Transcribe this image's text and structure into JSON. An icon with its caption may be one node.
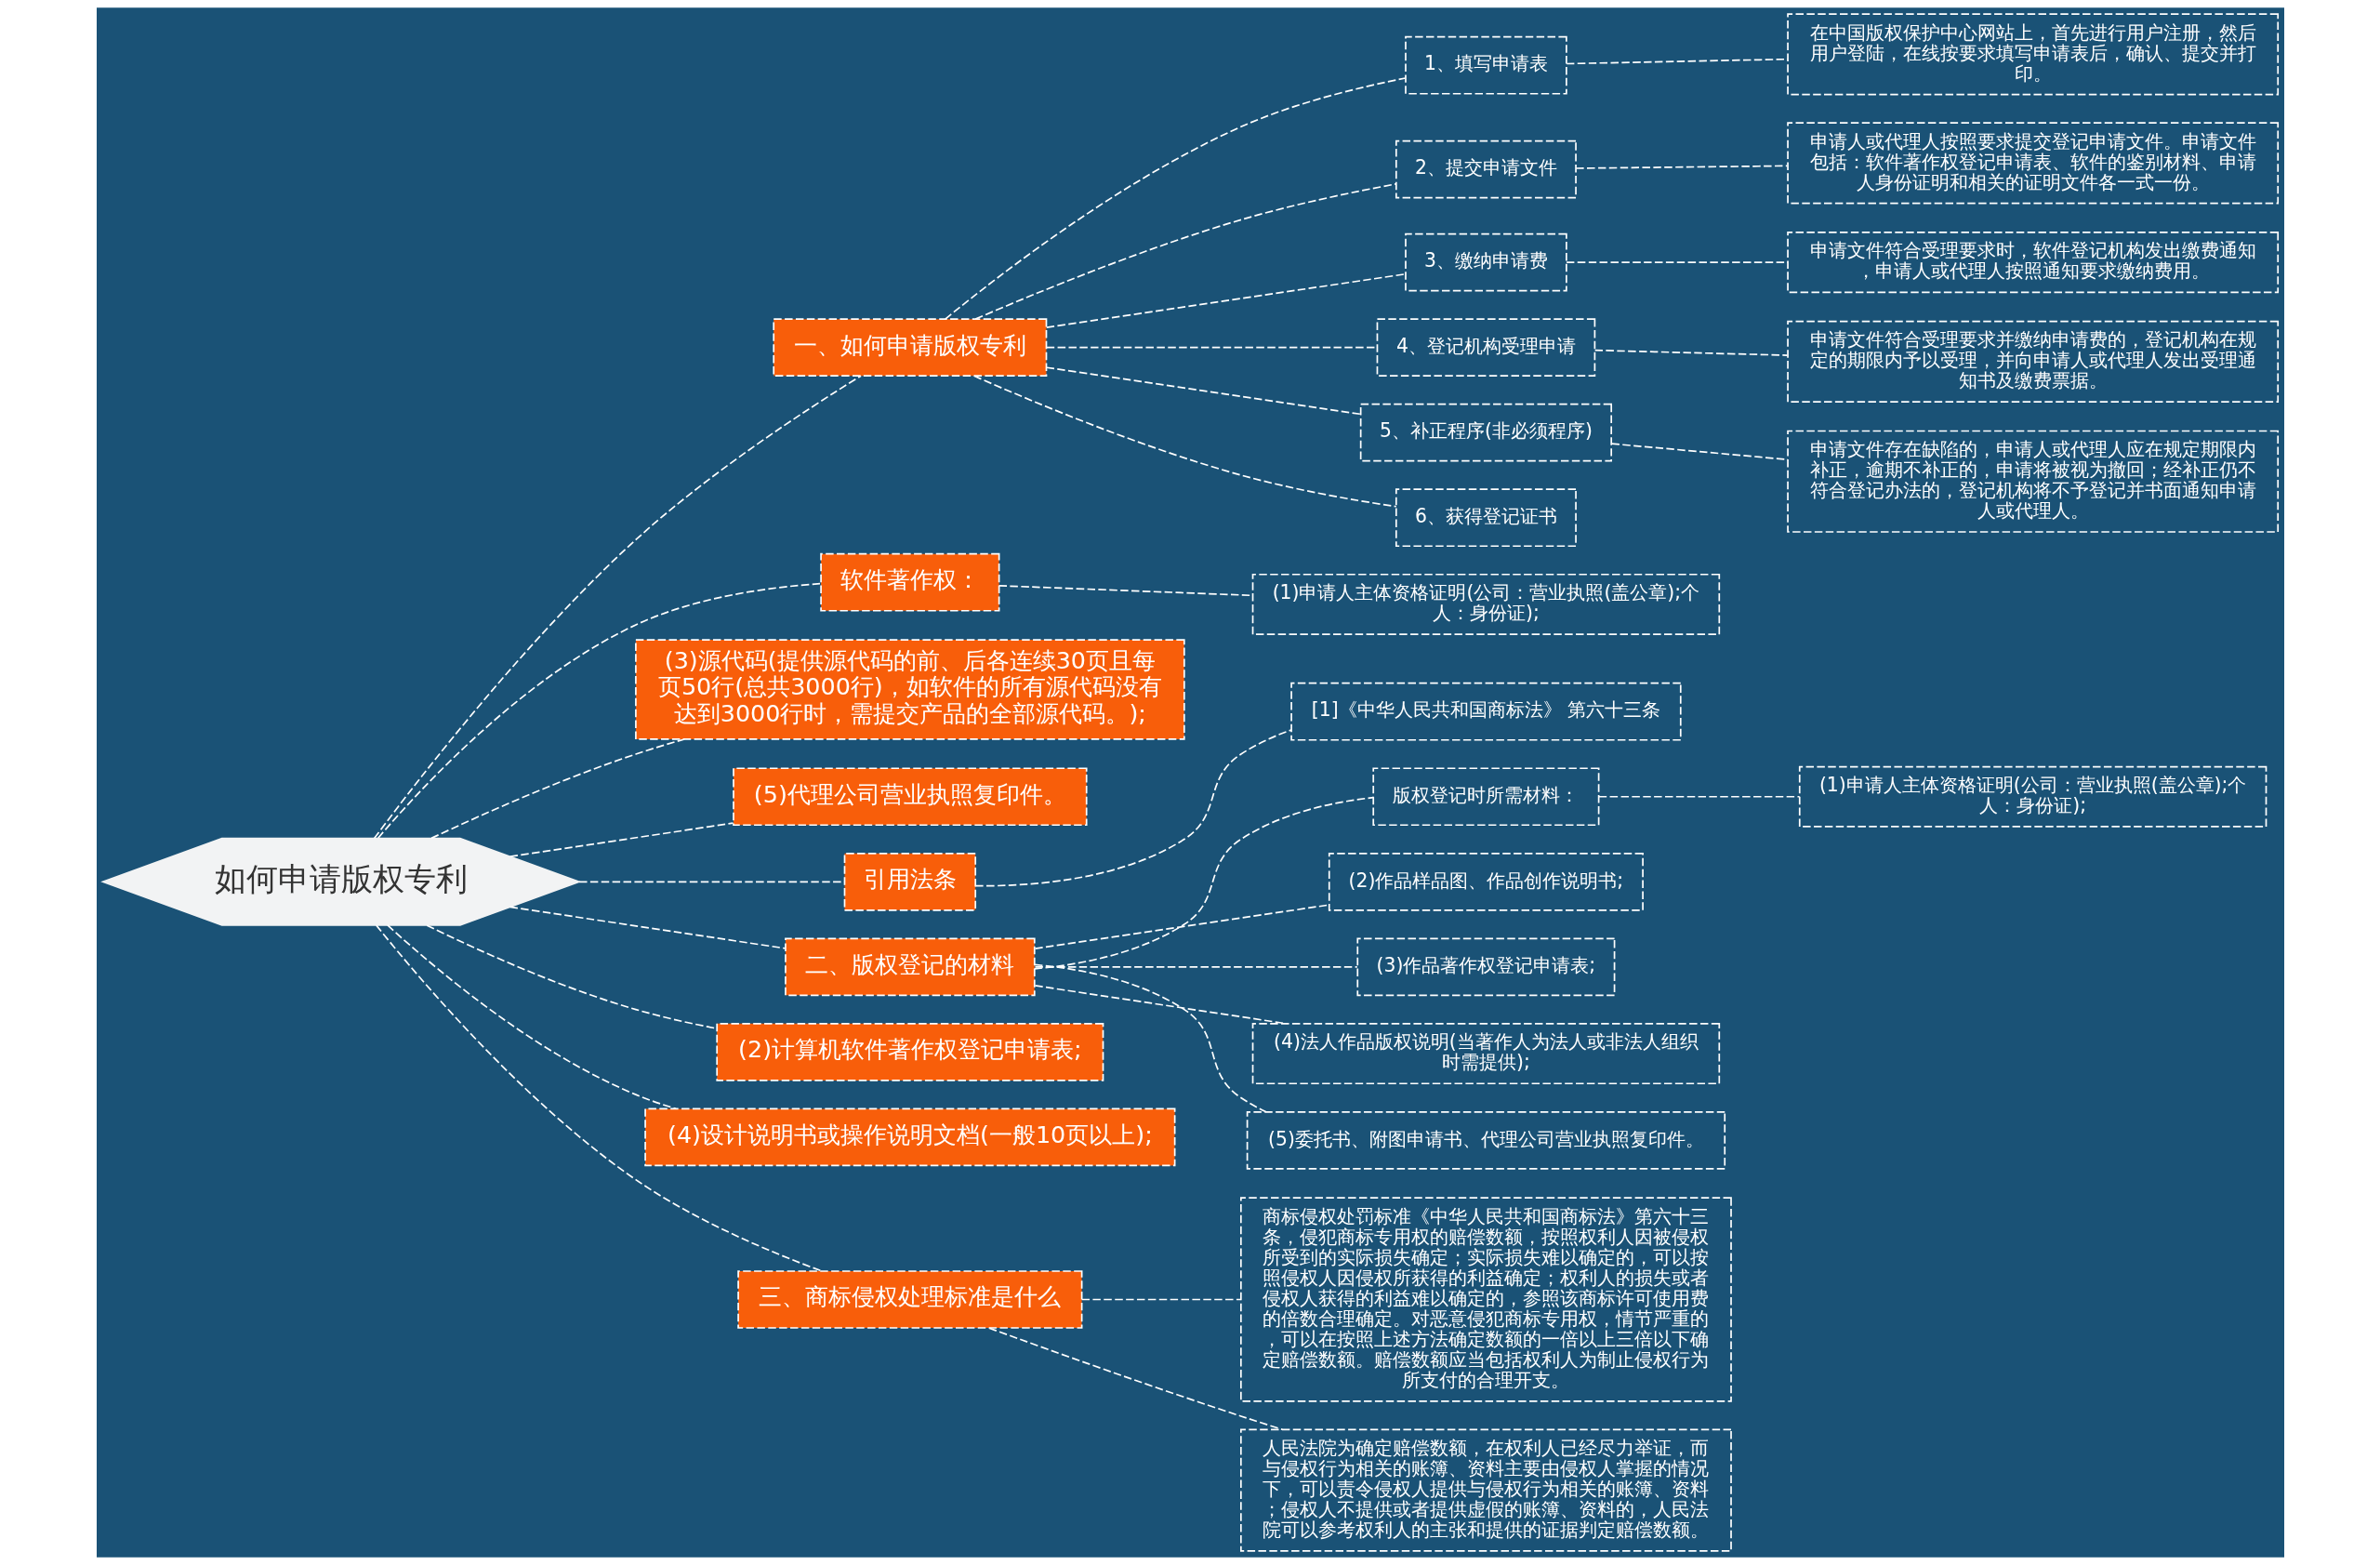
{
  "diagram": {
    "nodes": [
      {
        "text": [
          "如何申请版权专利"
        ]
      },
      {
        "text": [
          "一、如何申请版权专利"
        ]
      },
      {
        "text": [
          "1、填写申请表"
        ]
      },
      {
        "text": [
          "在中国版权保护中心网站上，首先进行用户注册，然后用户登陆，在线按要求填写申请表后，确认、提交并打印。"
        ]
      },
      {
        "text": [
          "2、提交申请文件"
        ]
      },
      {
        "text": [
          "申请人或代理人按照要求提交登记申请文件。申请文件包括：软件著作权登记申请表、软件的鉴别材料、申请人身份证明和相关的证明文件各一式一份。"
        ]
      },
      {
        "text": [
          "3、缴纳申请费"
        ]
      },
      {
        "text": [
          "申请文件符合受理要求时，软件登记机构发出缴费通知，申请人或代理人按照通知要求缴纳费用。"
        ]
      },
      {
        "text": [
          "4、登记机构受理申请"
        ]
      },
      {
        "text": [
          "申请文件符合受理要求并缴纳申请费的，登记机构在规定的期限内予以受理，并向申请人或代理人发出受理通知书及缴费票据。"
        ]
      },
      {
        "text": [
          "5、补正程序(非必须程序)"
        ]
      },
      {
        "text": [
          "申请文件存在缺陷的，申请人或代理人应在规定期限内补正，逾期不补正的，申请将被视为撤回；经补正仍不符合登记办法的，登记机构将不予登记并书面通知申请人或代理人。"
        ]
      },
      {
        "text": [
          "6、获得登记证书"
        ]
      },
      {
        "text": [
          "软件著作权："
        ]
      },
      {
        "text": [
          "(1)申请人主体资格证明(公司：营业执照(盖公章);个人：身份证);"
        ]
      },
      {
        "text": [
          "(3)源代码(提供源代码的前、后各连续30页且每页50行(总共3000行)，如软件的所有源代码没有达到3000行时，需提交产品的全部源代码。);"
        ]
      },
      {
        "text": [
          "(5)代理公司营业执照复印件。"
        ]
      },
      {
        "text": [
          "引用法条"
        ]
      },
      {
        "text": [
          "[1]《中华人民共和国商标法》 第六十三条"
        ]
      },
      {
        "text": [
          "二、版权登记的材料"
        ]
      },
      {
        "text": [
          "版权登记时所需材料："
        ]
      },
      {
        "text": [
          "(1)申请人主体资格证明(公司：营业执照(盖公章);个人：身份证);"
        ]
      },
      {
        "text": [
          "(2)作品样品图、作品创作说明书;"
        ]
      },
      {
        "text": [
          "(3)作品著作权登记申请表;"
        ]
      },
      {
        "text": [
          "(4)法人作品版权说明(当著作人为法人或非法人组织时需提供);"
        ]
      },
      {
        "text": [
          "(5)委托书、附图申请书、代理公司营业执照复印件。"
        ]
      },
      {
        "text": [
          "(2)计算机软件著作权登记申请表;"
        ]
      },
      {
        "text": [
          "(4)设计说明书或操作说明文档(一般10页以上);"
        ]
      },
      {
        "text": [
          "三、商标侵权处理标准是什么"
        ]
      },
      {
        "text": [
          "商标侵权处罚标准《中华人民共和国商标法》第六十三条，侵犯商标专用权的赔偿数额，按照权利人因被侵权所受到的实际损失确定；实际损失难以确定的，可以按照侵权人因侵权所获得的利益确定；权利人的损失或者侵权人获得的利益难以确定的，参照该商标许可使用费的倍数合理确定。对恶意侵犯商标专用权，情节严重的，可以在按照上述方法确定数额的一倍以上三倍以下确定赔偿数额。赔偿数额应当包括权利人为制止侵权行为所支付的合理开支。"
        ]
      },
      {
        "text": [
          "人民法院为确定赔偿数额，在权利人已经尽力举证，而与侵权行为相关的账簿、资料主要由侵权人掌握的情况下，可以责令侵权人提供与侵权行为相关的账簿、资料；侵权人不提供或者提供虚假的账簿、资料的，人民法院可以参考权利人的主张和提供的证据判定赔偿数额。"
        ]
      }
    ],
    "edges": [
      {
        "from": 0,
        "to": 1,
        "arrow": "none"
      },
      {
        "from": 1,
        "to": 2,
        "arrow": "none"
      },
      {
        "from": 2,
        "to": 3,
        "arrow": "none"
      },
      {
        "from": 1,
        "to": 4,
        "arrow": "none"
      },
      {
        "from": 4,
        "to": 5,
        "arrow": "none"
      },
      {
        "from": 1,
        "to": 6,
        "arrow": "none"
      },
      {
        "from": 6,
        "to": 7,
        "arrow": "none"
      },
      {
        "from": 1,
        "to": 8,
        "arrow": "none"
      },
      {
        "from": 8,
        "to": 9,
        "arrow": "none"
      },
      {
        "from": 1,
        "to": 10,
        "arrow": "none"
      },
      {
        "from": 10,
        "to": 11,
        "arrow": "none"
      },
      {
        "from": 1,
        "to": 12,
        "arrow": "none"
      },
      {
        "from": 0,
        "to": 13,
        "arrow": "none"
      },
      {
        "from": 13,
        "to": 14,
        "arrow": "none"
      },
      {
        "from": 0,
        "to": 15,
        "arrow": "none"
      },
      {
        "from": 0,
        "to": 16,
        "arrow": "none"
      },
      {
        "from": 0,
        "to": 17,
        "arrow": "none"
      },
      {
        "from": 17,
        "to": 18,
        "arrow": "none"
      },
      {
        "from": 0,
        "to": 19,
        "arrow": "none"
      },
      {
        "from": 19,
        "to": 20,
        "arrow": "none"
      },
      {
        "from": 20,
        "to": 21,
        "arrow": "none"
      },
      {
        "from": 19,
        "to": 22,
        "arrow": "none"
      },
      {
        "from": 19,
        "to": 23,
        "arrow": "none"
      },
      {
        "from": 19,
        "to": 24,
        "arrow": "none"
      },
      {
        "from": 19,
        "to": 25,
        "arrow": "none"
      },
      {
        "from": 0,
        "to": 26,
        "arrow": "none"
      },
      {
        "from": 0,
        "to": 27,
        "arrow": "none"
      },
      {
        "from": 0,
        "to": 28,
        "arrow": "none"
      },
      {
        "from": 28,
        "to": 29,
        "arrow": "none"
      },
      {
        "from": 28,
        "to": 30,
        "arrow": "none"
      }
    ]
  }
}
